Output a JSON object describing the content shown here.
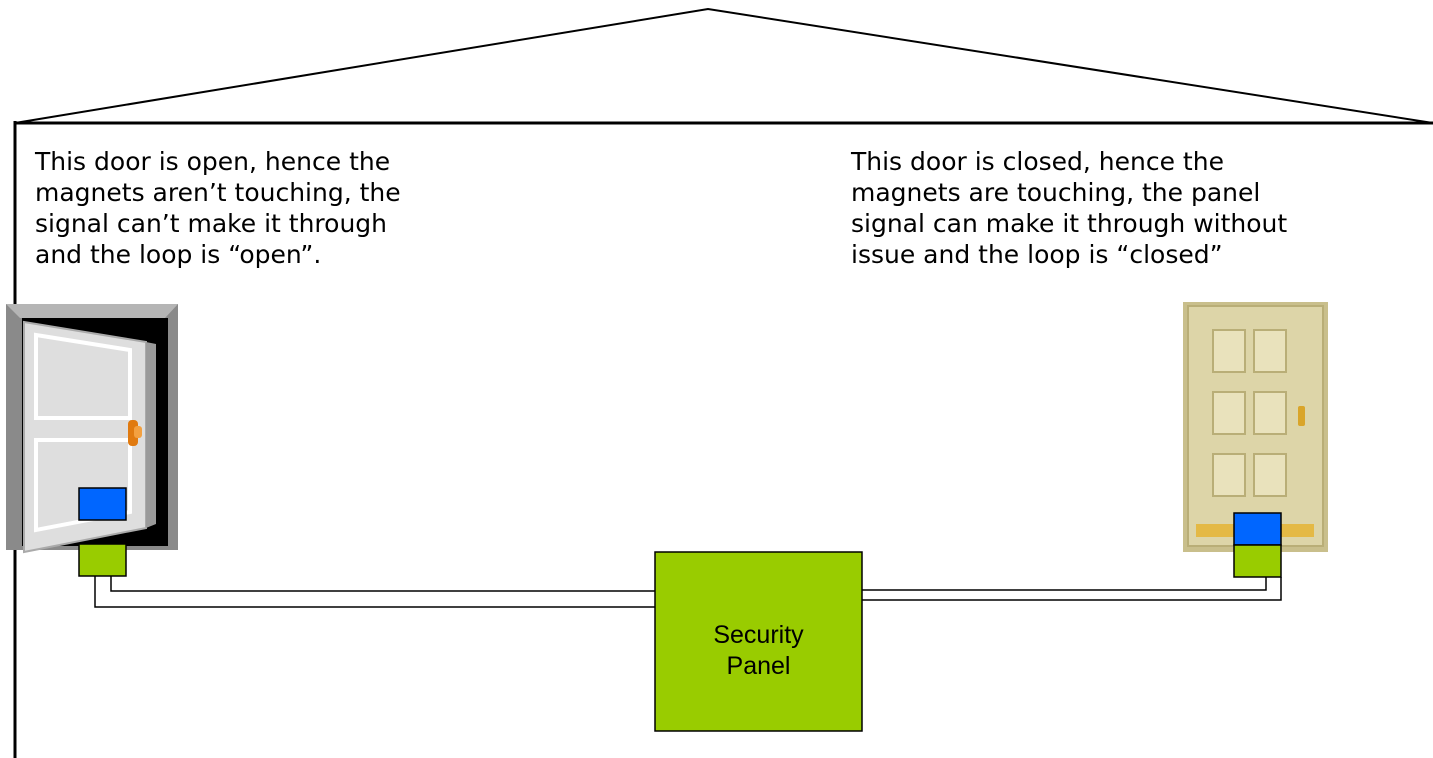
{
  "left_door": {
    "caption": "This door is open, hence the\nmagnets aren’t touching, the\nsignal can’t make it through\nand the loop is “open”."
  },
  "right_door": {
    "caption": "This door is closed, hence the\nmagnets are touching, the panel\nsignal can make it through without\nissue and the loop is “closed”"
  },
  "security_panel": {
    "label": "Security\nPanel"
  },
  "colors": {
    "panel_green": "#99cc00",
    "magnet_blue": "#0066ff",
    "open_door_gray": "#d9d9d9",
    "closed_door_tan": "#d8d0a0",
    "handle_orange": "#e07a10"
  }
}
